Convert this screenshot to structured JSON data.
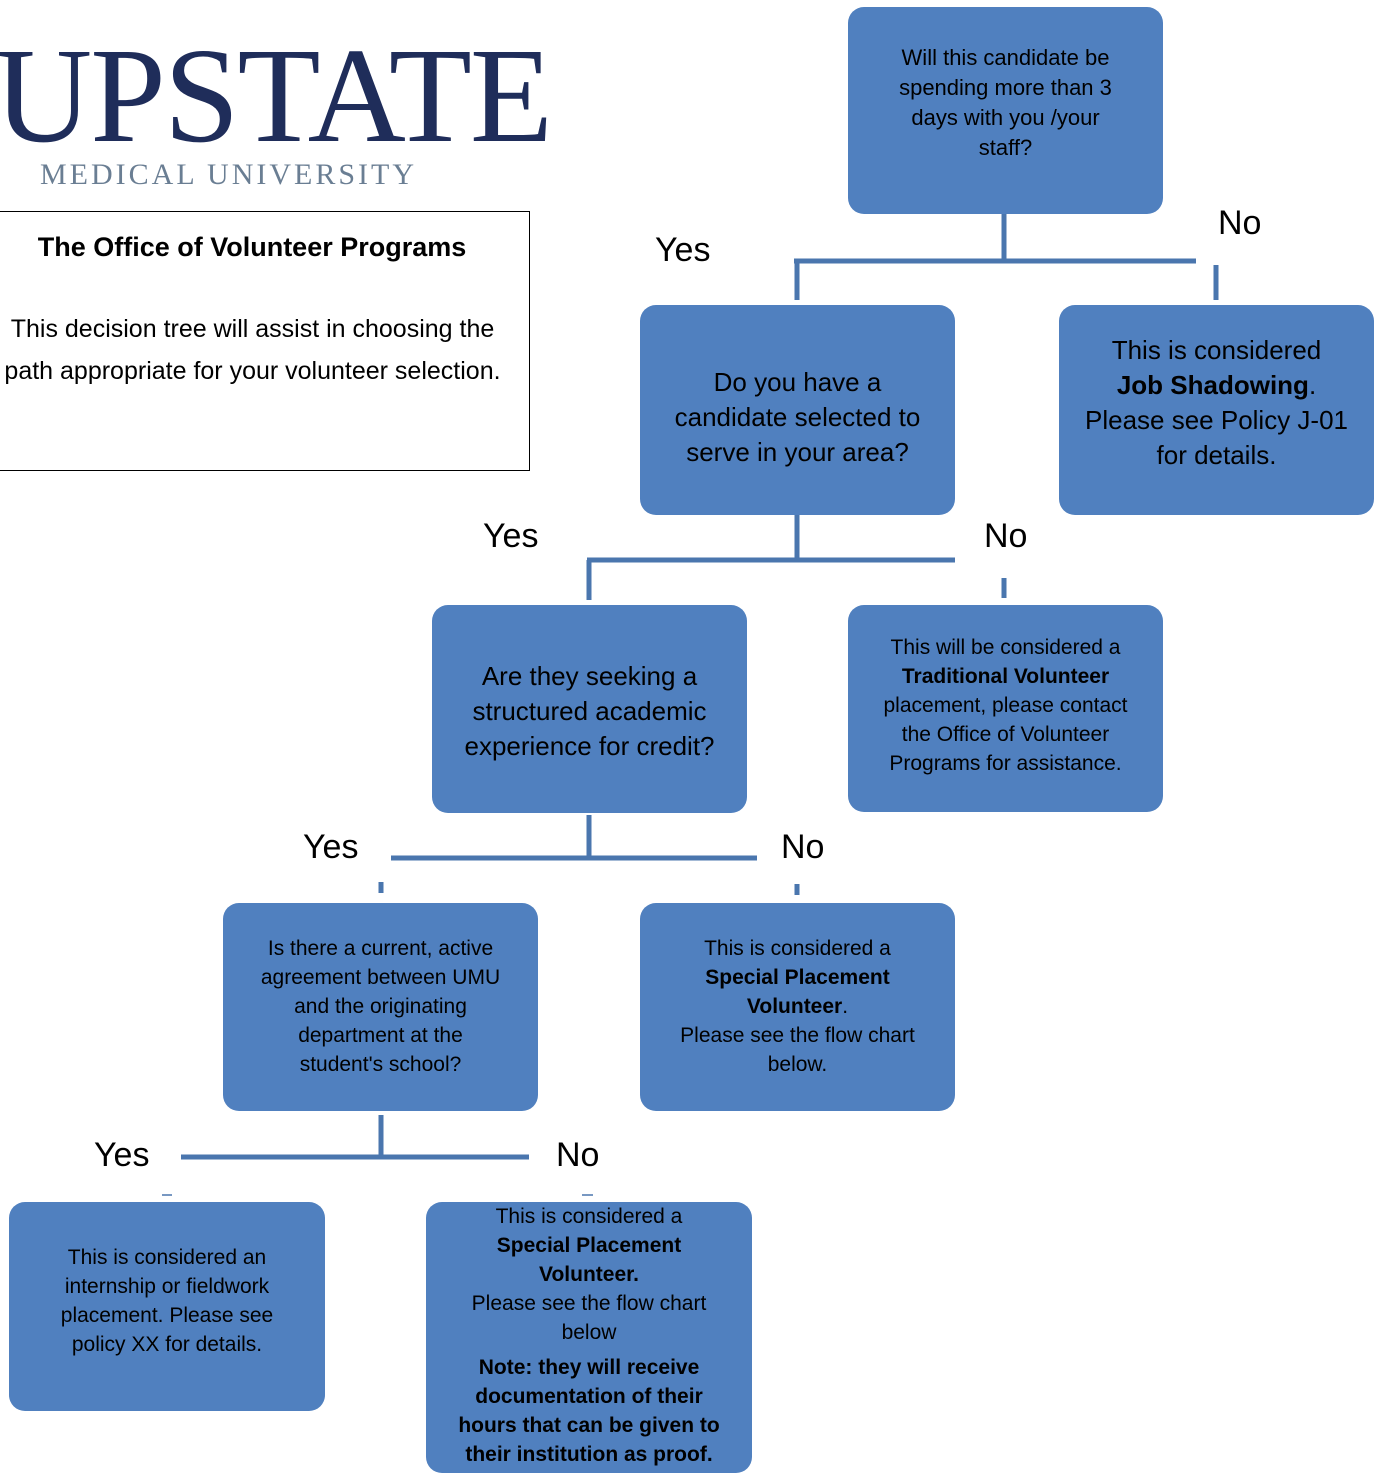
{
  "logo": {
    "wordmark": "UPSTATE",
    "subtitle": "MEDICAL UNIVERSITY"
  },
  "intro": {
    "title": "The Office of Volunteer Programs",
    "text": "This decision tree will assist in choosing the path appropriate for your volunteer selection."
  },
  "colors": {
    "node_fill": "#5080bf",
    "connector": "#4a76ae",
    "logo_navy": "#1f2d5a",
    "logo_gray": "#6a7e93"
  },
  "nodes": {
    "q1": {
      "line1": "Will this  candidate be",
      "line2": "spending more than 3",
      "line3": "days with you /your",
      "line4": "staff?"
    },
    "q2": {
      "line1": "Do you have a",
      "line2": "candidate selected to",
      "line3": "serve in your area?"
    },
    "job_shadow": {
      "line1": "This is considered",
      "bold": "Job Shadowing",
      "after": ".",
      "line3": "Please see Policy J-01",
      "line4": "for details."
    },
    "q3": {
      "line1": "Are they seeking a",
      "line2": "structured academic",
      "line3": "experience for credit?"
    },
    "traditional": {
      "line1": "This will be considered a",
      "pre": "Tr",
      "bold": "aditional Volunteer",
      "line3": "placement, please  contact",
      "line4": "the Office of Volunteer",
      "line5": "Programs for assistance."
    },
    "q4": {
      "line1": "Is there a current, active",
      "line2": "agreement between UMU",
      "line3": "and the originating",
      "line4": "department at the",
      "line5": "student's school?"
    },
    "special1": {
      "line1": "This is considered a",
      "bold1": "Special Placement",
      "bold2": "Volunteer",
      "after": ".",
      "line4": "Please see  the  flow chart",
      "line5": "below."
    },
    "internship": {
      "line1": "This is considered an",
      "line2": "internship or fieldwork",
      "line3": "placement. Please see",
      "line4": "policy XX for details."
    },
    "special2": {
      "line1": "This is considered a",
      "bold1": "Special Placement",
      "bold2": "Volunteer.",
      "line4": "Please see  the  flow chart",
      "line5": "below",
      "note1": "Note: they will receive",
      "note2": "documentation of their",
      "note3": "hours that can be given to",
      "note4": "their institution as proof."
    }
  },
  "labels": {
    "q1_yes": "Yes",
    "q1_no": "No",
    "q2_yes": "Yes",
    "q2_no": "No",
    "q3_yes": "Yes",
    "q3_no": "No",
    "q4_yes": "Yes",
    "q4_no": "No"
  }
}
